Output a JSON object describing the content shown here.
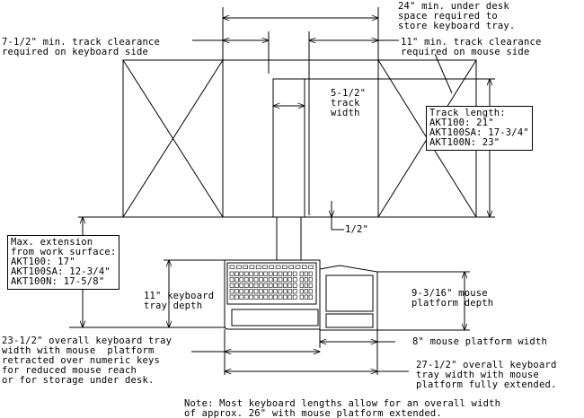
{
  "labels": {
    "under_desk": "24\" min. under desk\nspace required to\nstore keyboard tray.",
    "kb_clearance": "7-1/2\" min. track clearance\nrequired on keyboard side",
    "mouse_clearance": "11\" min. track clearance\nrequired on mouse side",
    "track_width": "5-1/2\"\ntrack\nwidth",
    "track_length_box": "Track length:\nAKT100: 21\"\nAKT100SA: 17-3/4\"\nAKT100N: 23\"",
    "half_inch": "1/2\"",
    "max_extension_box": "Max. extension\nfrom work surface:\nAKT100: 17\"\nAKT100SA: 12-3/4\"\nAKT100N: 17-5/8\"",
    "tray_depth": "11\" keyboard\ntray depth",
    "mouse_depth": "9-3/16\" mouse\nplatform depth",
    "overall_retracted": "23-1/2\" overall keyboard tray\nwidth with mouse  platform\nretracted over numeric keys\nfor reduced mouse reach\nor for storage under desk.",
    "mouse_width": "8\" mouse platform width",
    "overall_extended": "27-1/2\" overall keyboard\ntray width with mouse\nplatform fully extended.",
    "note": "Note: Most keyboard lengths allow for an overall width\nof approx. 26\" with mouse platform extended."
  }
}
